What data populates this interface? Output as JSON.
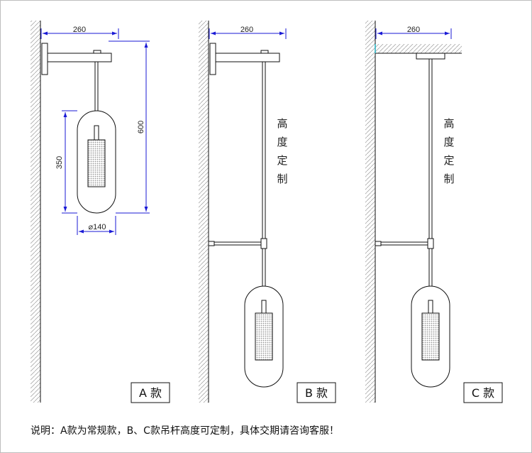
{
  "dimensions": {
    "width_260": "260",
    "height_600": "600",
    "height_350": "350",
    "diameter_140": "⌀140"
  },
  "custom_height_text": [
    "高",
    "度",
    "定",
    "制"
  ],
  "labels": {
    "model_a": "A 款",
    "model_b": "B 款",
    "model_c": "C 款"
  },
  "note": "说明：A款为常规款，B、C款吊杆高度可定制，具体交期请咨询客服！",
  "colors": {
    "dimension_line": "#1a1ad6",
    "line": "#111111",
    "hatch": "#9a9a9a",
    "ceiling_accent": "#20b0c0"
  }
}
